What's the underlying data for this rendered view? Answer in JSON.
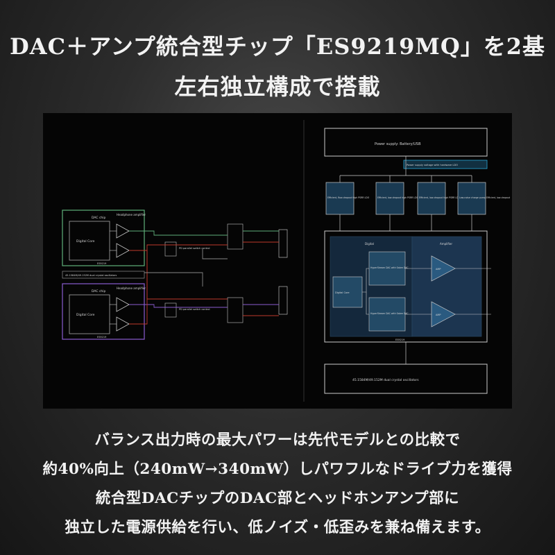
{
  "headline": {
    "line1": "DAC＋アンプ統合型チップ「ES9219MQ」を2基",
    "line2": "左右独立構成で搭載"
  },
  "diagram_left": {
    "dac_chip": "DAC chip",
    "headphone_amp": "Headphone amplifier",
    "digital_core": "Digital Core",
    "chip_id": "ES9219",
    "oscillator": "45.1584M/49.152M dual crystal oscillators",
    "switch_label": "PD parallel switch control"
  },
  "diagram_right": {
    "power": "Power supply: Battery/USB",
    "power_note": "Power supply voltage with hardware LDO",
    "ldo1": "Efficient, flow-dropout high PSRR LDO",
    "ldo2": "Efficient, low-dropout high PSRR LDO",
    "ldo3": "Efficient, low-dropout high PSRR LDO",
    "ldo4": "Low-noise charge pump Efficient, low-dropout",
    "digital": "Digital",
    "amplifier": "Amplifier",
    "digital_core": "Digital Core",
    "dac1": "HyperStream DAC with Sabre DAC",
    "dac2": "HyperStream DAC with Sabre DAC",
    "amp": "AMP",
    "chip_id": "ES9219",
    "oscillator": "45.1584M/49.152M dual crystal oscillators"
  },
  "body": {
    "line1": "バランス出力時の最大パワーは先代モデルとの比較で",
    "line2": "約40%向上（240mW→340mW）しパワフルなドライブ力を獲得",
    "line3": "統合型DACチップのDAC部とヘッドホンアンプ部に",
    "line4": "独立した電源供給を行い、低ノイズ・低歪みを兼ね備えます。"
  },
  "colors": {
    "green": "#5fb07a",
    "purple": "#8a5cd0",
    "red": "#c0392b",
    "blue_panel": "#1c3550",
    "blue_block": "#234a66",
    "cyan": "#2aa8d8"
  }
}
